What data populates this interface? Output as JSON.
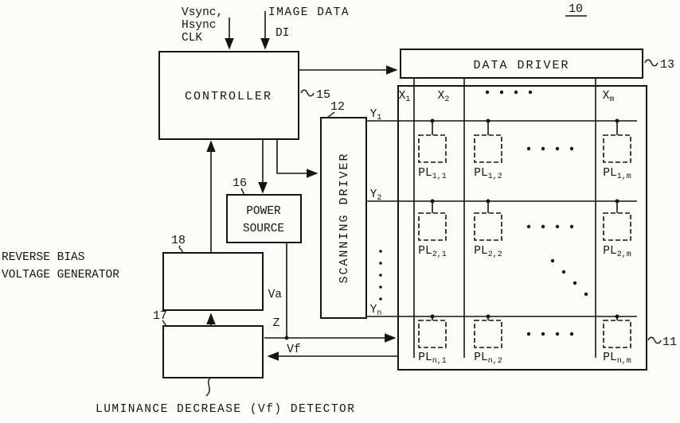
{
  "figure": {
    "ref": "10"
  },
  "inputs": {
    "vsync": "Vsync,",
    "hsync": "Hsync",
    "clk": "CLK",
    "image_data": "IMAGE DATA",
    "di": "DI"
  },
  "blocks": {
    "controller": {
      "label": "CONTROLLER",
      "ref": "15"
    },
    "data_driver": {
      "label": "DATA DRIVER",
      "ref": "13"
    },
    "scanning_driver": {
      "label": "SCANNING DRIVER",
      "ref": "12"
    },
    "power_source": {
      "line1": "POWER",
      "line2": "SOURCE",
      "ref": "16"
    },
    "reverse_bias_generator": {
      "caption_line1": "REVERSE BIAS",
      "caption_line2": "VOLTAGE GENERATOR",
      "ref": "18"
    },
    "luminance_detector": {
      "caption": "LUMINANCE DECREASE (Vf) DETECTOR",
      "ref": "17"
    },
    "panel": {
      "ref": "11"
    }
  },
  "signals": {
    "va": "Va",
    "z": "Z",
    "vf": "Vf"
  },
  "axis": {
    "cols": [
      {
        "base": "X",
        "sub": "1"
      },
      {
        "base": "X",
        "sub": "2"
      },
      {
        "base": "X",
        "sub": "m"
      }
    ],
    "rows": [
      {
        "base": "Y",
        "sub": "1"
      },
      {
        "base": "Y",
        "sub": "2"
      },
      {
        "base": "Y",
        "sub": "n"
      }
    ]
  },
  "cells": [
    {
      "base": "PL",
      "sub": "1,1"
    },
    {
      "base": "PL",
      "sub": "1,2"
    },
    {
      "base": "PL",
      "sub": "1,m"
    },
    {
      "base": "PL",
      "sub": "2,1"
    },
    {
      "base": "PL",
      "sub": "2,2"
    },
    {
      "base": "PL",
      "sub": "2,m"
    },
    {
      "base": "PL",
      "sub": "n,1"
    },
    {
      "base": "PL",
      "sub": "n,2"
    },
    {
      "base": "PL",
      "sub": "n,m"
    }
  ]
}
